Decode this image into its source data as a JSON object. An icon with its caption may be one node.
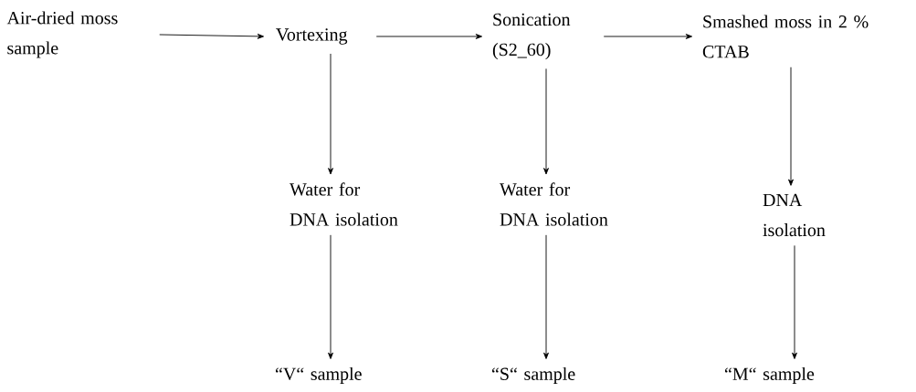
{
  "diagram": {
    "nodes": [
      {
        "text": [
          "Air-dried moss sample"
        ]
      },
      {
        "text": [
          "Vortexing"
        ]
      },
      {
        "text": [
          "Sonication (S2_60)"
        ]
      },
      {
        "text": [
          "Smashed moss in 2 % CTAB"
        ]
      },
      {
        "text": [
          "Water for DNA isolation"
        ]
      },
      {
        "text": [
          "Water for DNA isolation"
        ]
      },
      {
        "text": [
          "DNA isolation"
        ]
      },
      {
        "text": [
          "“V“ sample"
        ]
      },
      {
        "text": [
          "“S“ sample"
        ]
      },
      {
        "text": [
          "“M“ sample"
        ]
      }
    ],
    "edges": [
      {
        "from": 0,
        "to": 1,
        "arrow": "to"
      },
      {
        "from": 1,
        "to": 2,
        "arrow": "to"
      },
      {
        "from": 2,
        "to": 3,
        "arrow": "to"
      },
      {
        "from": 1,
        "to": 4,
        "arrow": "to"
      },
      {
        "from": 2,
        "to": 5,
        "arrow": "to"
      },
      {
        "from": 3,
        "to": 6,
        "arrow": "to"
      },
      {
        "from": 4,
        "to": 7,
        "arrow": "to"
      },
      {
        "from": 5,
        "to": 8,
        "arrow": "to"
      },
      {
        "from": 6,
        "to": 9,
        "arrow": "to"
      }
    ]
  }
}
